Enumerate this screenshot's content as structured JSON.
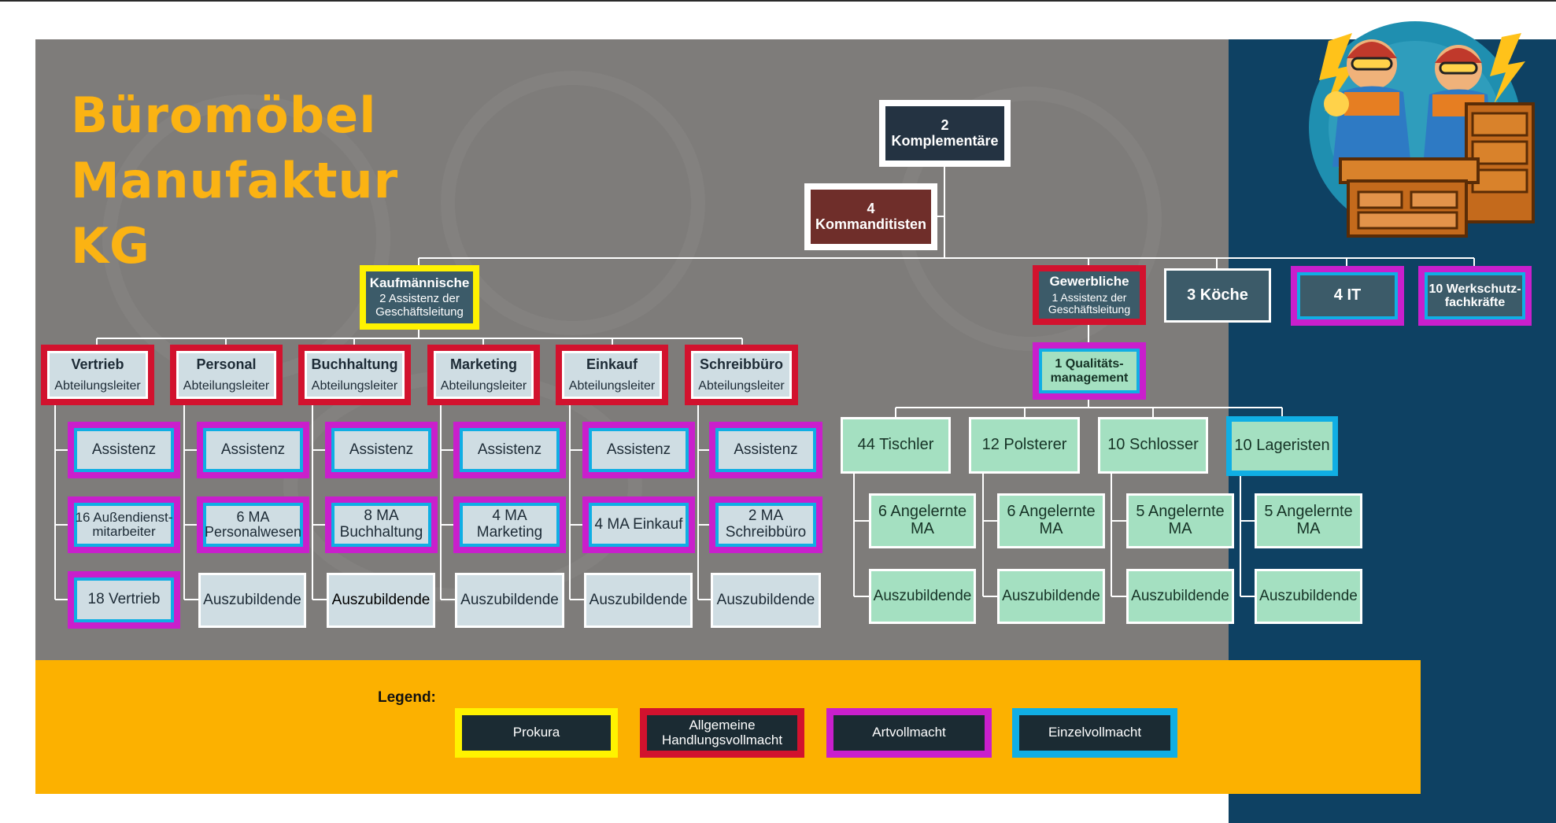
{
  "title_lines": [
    "Büromöbel Manufaktur",
    "KG"
  ],
  "colors": {
    "prokura": "#fff200",
    "allgemeine_handlungsvollmacht": "#d2122e",
    "artvollmacht": "#c91fcc",
    "einzelvollmacht": "#10aee4",
    "gray_background": "#7e7c7a",
    "navy_background": "#0e4163",
    "legend_bar": "#fcb100",
    "title": "#fbb313"
  },
  "top": {
    "komplementaere": "2 Komplementäre",
    "kommanditisten": "4 Kommanditisten"
  },
  "kaufm": {
    "title": "Kaufmännische",
    "sub": "2 Assistenz der Geschäftsleitung"
  },
  "departments": [
    {
      "name": "Vertrieb",
      "role": "Abteilungsleiter",
      "assistenz": "Assistenz",
      "ma": "16 Außendienst-mitarbeiter",
      "third": "18 Vertrieb"
    },
    {
      "name": "Personal",
      "role": "Abteilungsleiter",
      "assistenz": "Assistenz",
      "ma": "6 MA Personalwesen",
      "third": "Auszubildende"
    },
    {
      "name": "Buchhaltung",
      "role": "Abteilungsleiter",
      "assistenz": "Assistenz",
      "ma": "8 MA Buchhaltung",
      "third": "Auszubildende"
    },
    {
      "name": "Marketing",
      "role": "Abteilungsleiter",
      "assistenz": "Assistenz",
      "ma": "4 MA Marketing",
      "third": "Auszubildende"
    },
    {
      "name": "Einkauf",
      "role": "Abteilungsleiter",
      "assistenz": "Assistenz",
      "ma": "4 MA Einkauf",
      "third": "Auszubildende"
    },
    {
      "name": "Schreibbüro",
      "role": "Abteilungsleiter",
      "assistenz": "Assistenz",
      "ma": "2 MA Schreibbüro",
      "third": "Auszubildende"
    }
  ],
  "gewerb": {
    "title": "Gewerbliche",
    "sub": "1 Assistenz der Geschäftsleitung",
    "qm": "1 Qualitäts-management"
  },
  "staff": {
    "koeche": "3 Köche",
    "it": "4 IT",
    "werkschutz": "10 Werkschutz-fachkräfte"
  },
  "trades": [
    {
      "name": "44 Tischler",
      "angelernte": "6 Angelernte MA",
      "azubi": "Auszubildende"
    },
    {
      "name": "12 Polsterer",
      "angelernte": "6 Angelernte MA",
      "azubi": "Auszubildende"
    },
    {
      "name": "10 Schlosser",
      "angelernte": "5 Angelernte MA",
      "azubi": "Auszubildende"
    },
    {
      "name": "10 Lageristen",
      "angelernte": "5 Angelernte MA",
      "azubi": "Auszubildende"
    }
  ],
  "legend": {
    "title": "Legend:",
    "items": [
      "Prokura",
      "Allgemeine Handlungsvollmacht",
      "Artvollmacht",
      "Einzelvollmacht"
    ]
  }
}
